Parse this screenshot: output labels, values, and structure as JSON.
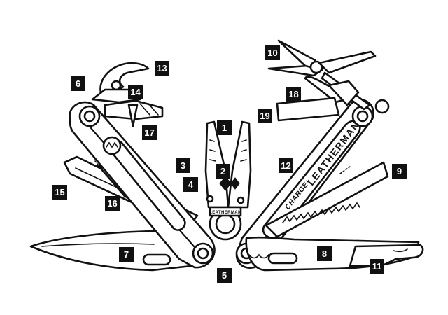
{
  "diagram": {
    "brand_text": "LEATHERMAN",
    "brand_model": "CHARGE+",
    "pivot_text": "LEATHERMAN",
    "callouts": [
      "1",
      "2",
      "3",
      "4",
      "5",
      "6",
      "7",
      "8",
      "9",
      "10",
      "11",
      "13",
      "14",
      "15",
      "16",
      "17",
      "18",
      "19",
      "12"
    ]
  },
  "colors": {
    "ink": "#111111",
    "paper": "#ffffff",
    "label_bg": "#111111",
    "label_text": "#ffffff"
  }
}
